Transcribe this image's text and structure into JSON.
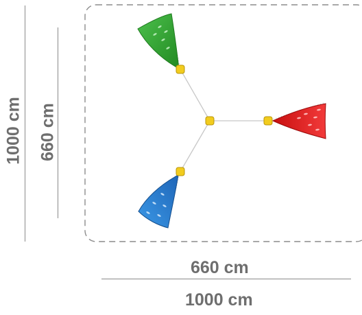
{
  "dimensions": {
    "outer_width_label": "1000 cm",
    "outer_height_label": "1000 cm",
    "inner_width_label": "660 cm",
    "inner_height_label": "660 cm"
  },
  "sails": [
    {
      "name": "green-sail",
      "color": "#3aa33a"
    },
    {
      "name": "red-sail",
      "color": "#e02020"
    },
    {
      "name": "blue-sail",
      "color": "#2a7fd0"
    }
  ],
  "connector_color": "#e8c21c"
}
